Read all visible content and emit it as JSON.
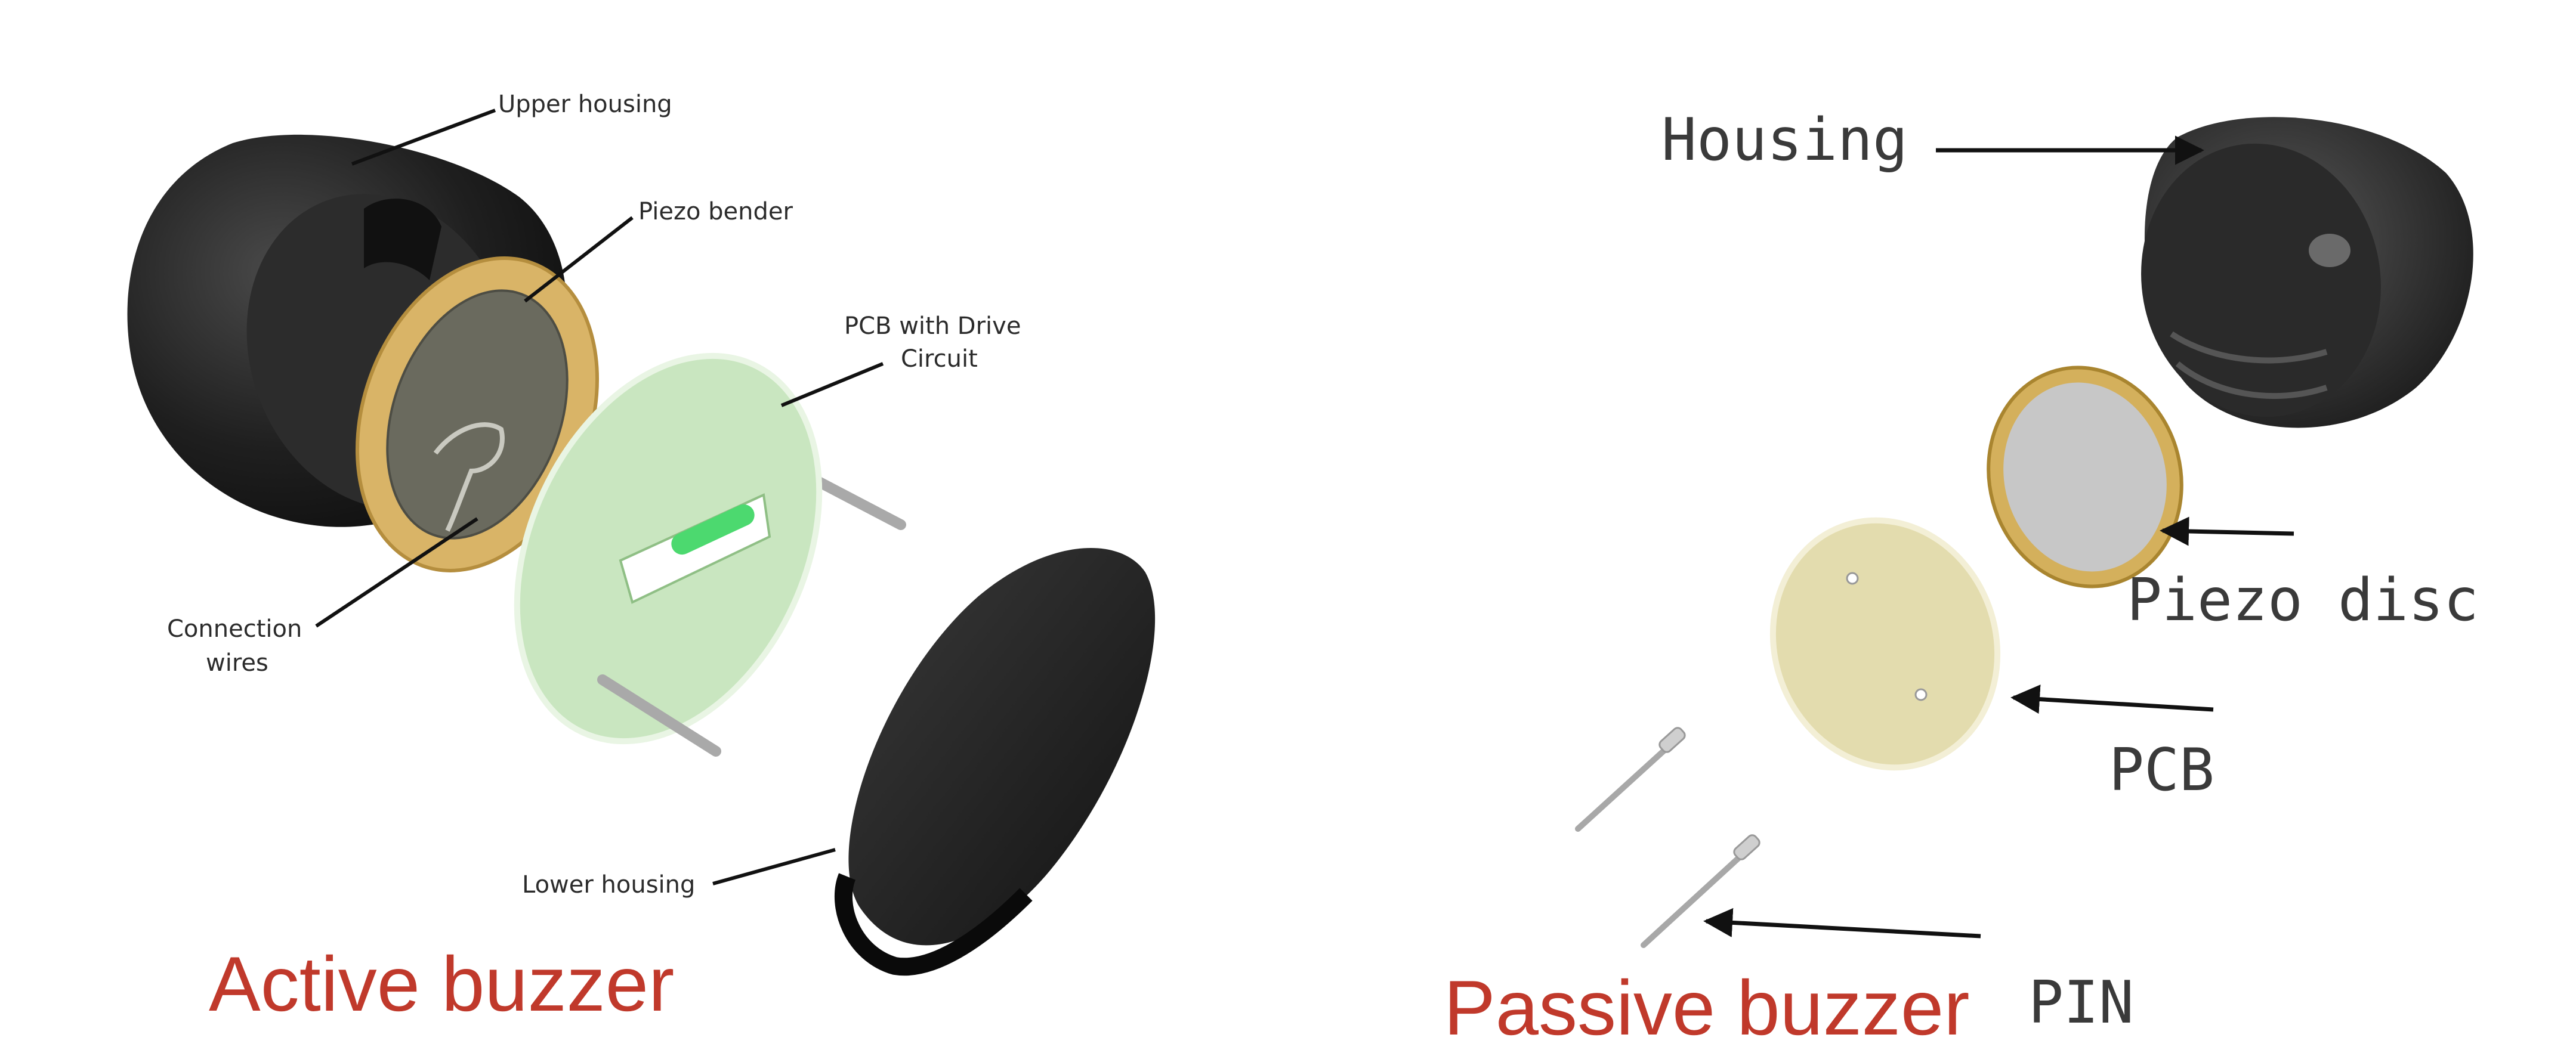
{
  "active": {
    "title": "Active buzzer",
    "labels": {
      "upper_housing": "Upper housing",
      "piezo_bender": "Piezo bender",
      "pcb_line1": "PCB with Drive",
      "pcb_line2": "Circuit",
      "connection_line1": "Connection",
      "connection_line2": "wires",
      "lower_housing": "Lower housing"
    }
  },
  "passive": {
    "title": "Passive buzzer",
    "labels": {
      "housing": "Housing",
      "piezo_disc": "Piezo disc",
      "pcb": "PCB",
      "pin": "PIN"
    }
  },
  "colors": {
    "title_red": "#c0392b",
    "housing_black": "#1e1e1e",
    "pcb_green": "#c9e6c0",
    "piezo_gold": "#d9b467",
    "passive_pcb": "#e3dcae"
  }
}
